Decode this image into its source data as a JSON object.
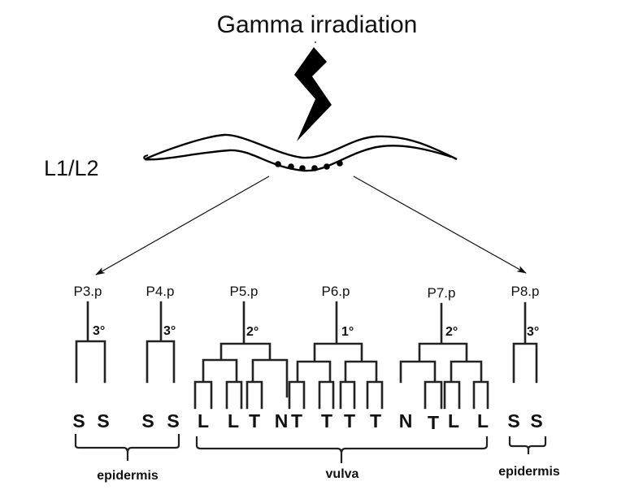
{
  "title": "Gamma irradiation",
  "stage_label": "L1/L2",
  "icons": {
    "lightning": "lightning-bolt-icon",
    "worm": "worm-larva-icon"
  },
  "cells": [
    {
      "name": "P3.p",
      "fate": "3°",
      "outcomes": [
        "S",
        "S"
      ]
    },
    {
      "name": "P4.p",
      "fate": "3°",
      "outcomes": [
        "S",
        "S"
      ]
    },
    {
      "name": "P5.p",
      "fate": "2°",
      "outcomes": [
        "L",
        "L",
        "T",
        "N"
      ]
    },
    {
      "name": "P6.p",
      "fate": "1°",
      "outcomes": [
        "T",
        "T",
        "T",
        "T"
      ]
    },
    {
      "name": "P7.p",
      "fate": "2°",
      "outcomes": [
        "N",
        "T",
        "L",
        "L"
      ]
    },
    {
      "name": "P8.p",
      "fate": "3°",
      "outcomes": [
        "S",
        "S"
      ]
    }
  ],
  "groups": [
    {
      "label": "epidermis",
      "cells": [
        "P3.p",
        "P4.p"
      ]
    },
    {
      "label": "vulva",
      "cells": [
        "P5.p",
        "P6.p",
        "P7.p"
      ]
    },
    {
      "label": "epidermis",
      "cells": [
        "P8.p"
      ]
    }
  ]
}
